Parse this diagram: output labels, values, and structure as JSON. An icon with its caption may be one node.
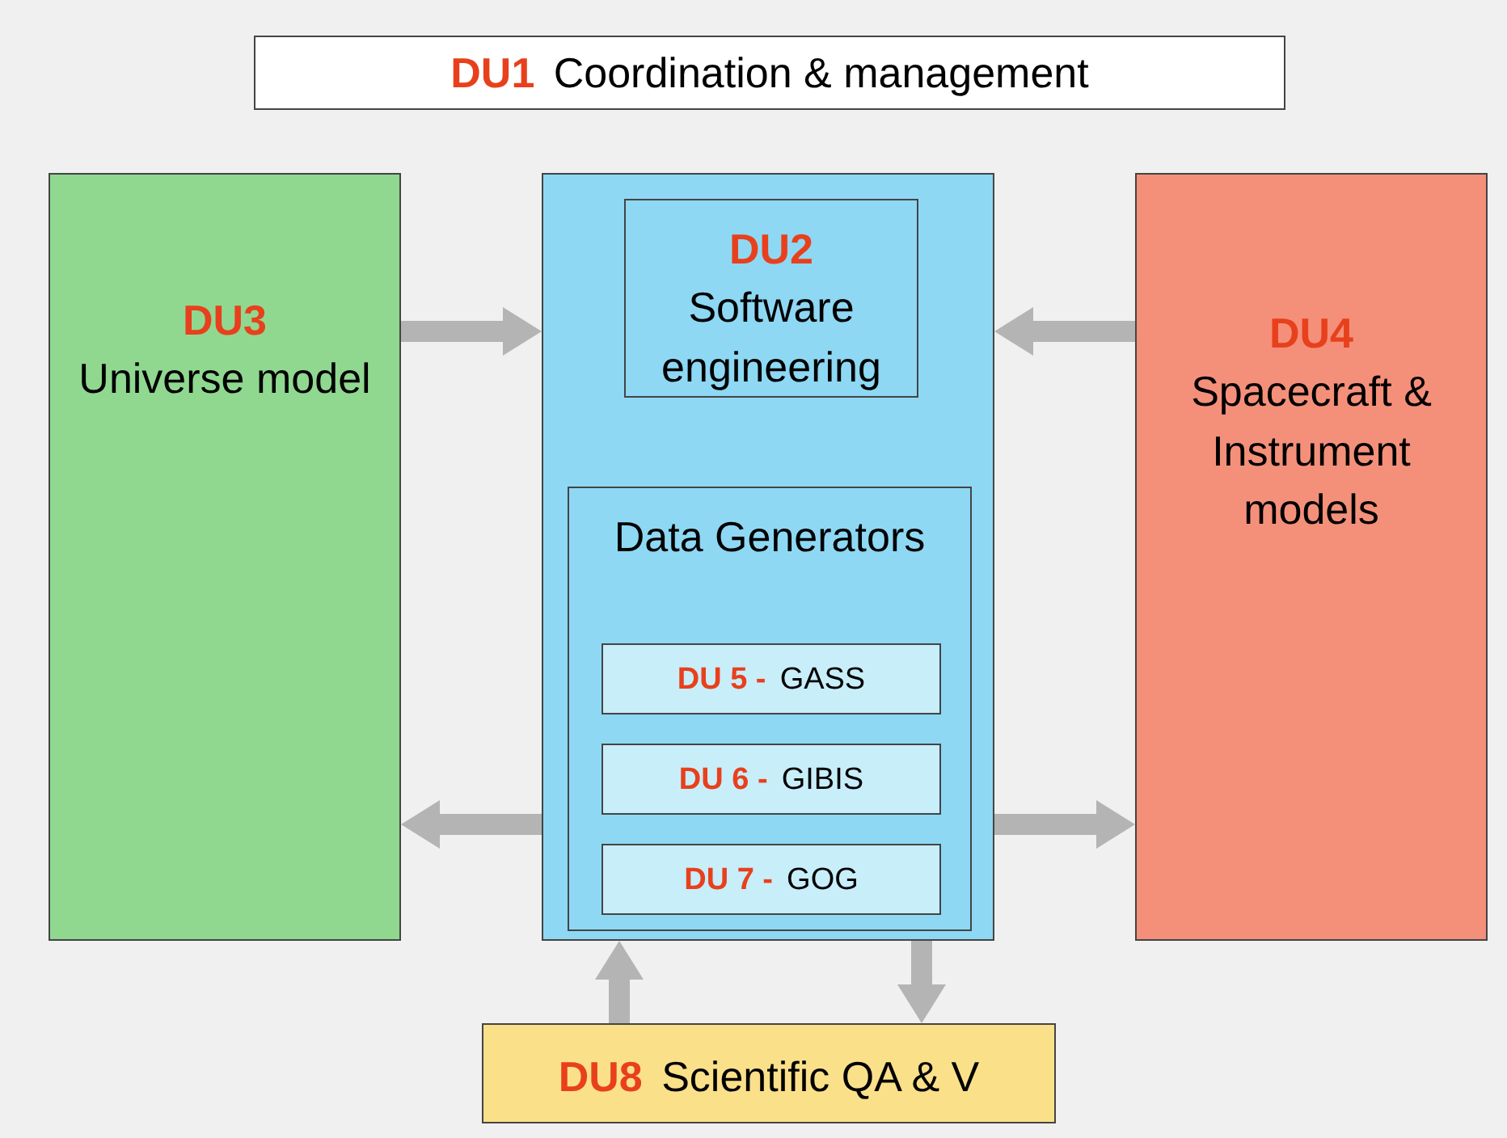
{
  "diagram": {
    "nodes": [
      {
        "text": [
          "DU1",
          "Coordination & management"
        ]
      },
      {
        "text": [
          "DU3",
          "Universe model"
        ]
      },
      {
        "text": [],
        "shape": "box"
      },
      {
        "text": [
          "DU2",
          "Software engineering"
        ],
        "in": 2
      },
      {
        "text": [
          "Data Generators"
        ],
        "in": 2
      },
      {
        "text": [
          "DU 5 -",
          "GASS"
        ],
        "in": 4
      },
      {
        "text": [
          "DU 6 -",
          "GIBIS"
        ],
        "in": 4
      },
      {
        "text": [
          "DU 7 -",
          "GOG"
        ],
        "in": 4
      },
      {
        "text": [
          "DU4",
          "Spacecraft & Instrument models"
        ]
      },
      {
        "text": [
          "DU8",
          "Scientific QA & V"
        ]
      }
    ],
    "edges": [
      {
        "from": 1,
        "to": 2,
        "arrow": "to"
      },
      {
        "from": 8,
        "to": 2,
        "arrow": "to"
      },
      {
        "from": 2,
        "to": 1,
        "arrow": "to"
      },
      {
        "from": 2,
        "to": 8,
        "arrow": "to"
      },
      {
        "from": 9,
        "to": 2,
        "arrow": "to"
      },
      {
        "from": 2,
        "to": 9,
        "arrow": "to"
      }
    ]
  }
}
